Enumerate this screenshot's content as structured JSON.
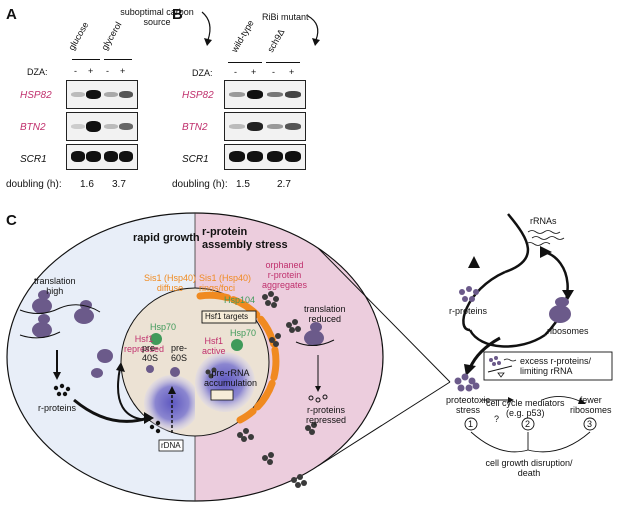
{
  "panelA": {
    "label": "A",
    "annotation": "suboptimal carbon source",
    "annotation_line1": "suboptimal carbon",
    "annotation_line2": "source",
    "lanes": [
      "glucose",
      "glycerol"
    ],
    "dza_label": "DZA:",
    "dza_signs": [
      "-",
      "+",
      "-",
      "+"
    ],
    "genes": [
      "HSP82",
      "BTN2",
      "SCR1"
    ],
    "doubling_label": "doubling (h):",
    "doubling": [
      "1.6",
      "3.7"
    ]
  },
  "panelB": {
    "label": "B",
    "annotation": "RiBi mutant",
    "lanes": [
      "wild-type",
      "sch9Δ"
    ],
    "dza_label": "DZA:",
    "dza_signs": [
      "-",
      "+",
      "-",
      "+"
    ],
    "genes": [
      "HSP82",
      "BTN2",
      "SCR1"
    ],
    "doubling_label": "doubling (h):",
    "doubling": [
      "1.5",
      "2.7"
    ]
  },
  "panelC": {
    "label": "C",
    "left_title": "rapid growth",
    "right_title_line1": "r-protein",
    "right_title_line2": "assembly stress",
    "translation_high_1": "translation",
    "translation_high_2": "high",
    "r_proteins_left": "r-proteins",
    "sis1_diffuse_1": "Sis1 (Hsp40)",
    "sis1_diffuse_2": "diffuse",
    "sis1_foci_1": "Sis1 (Hsp40)",
    "sis1_foci_2": "rings/foci",
    "hsp70_left": "Hsp70",
    "hsf1_repressed_1": "Hsf1",
    "hsf1_repressed_2": "repressed",
    "pre40s_1": "pre-",
    "pre40s_2": "40S",
    "pre60s_1": "pre-",
    "pre60s_2": "60S",
    "rdna": "rDNA",
    "orphaned_1": "orphaned",
    "orphaned_2": "r-protein",
    "orphaned_3": "aggregates",
    "hsp104": "Hsp104",
    "hsf1_targets": "Hsf1 targets",
    "hsf1_active_1": "Hsf1",
    "hsf1_active_2": "active",
    "hsp70_right": "Hsp70",
    "prerna_1": "pre-rRNA",
    "prerna_2": "accumulation",
    "translation_reduced_1": "translation",
    "translation_reduced_2": "reduced",
    "r_proteins_repressed_1": "r-proteins",
    "r_proteins_repressed_2": "repressed"
  },
  "cycle": {
    "rrnas": "rRNAs",
    "r_proteins": "r-proteins",
    "ribosomes": "ribosomes",
    "excess_1": "excess r-proteins/",
    "excess_2": "limiting rRNA",
    "proteotoxic_1": "proteotoxic",
    "proteotoxic_2": "stress",
    "cell_cycle_1": "cell cycle mediators",
    "cell_cycle_2": "(e.g. p53)",
    "fewer_1": "fewer",
    "fewer_2": "ribosomes",
    "question": "?",
    "n1": "1",
    "n2": "2",
    "n3": "3",
    "outcome_1": "cell growth disruption/",
    "outcome_2": "death"
  },
  "colors": {
    "pink_text": "#c0306d",
    "left_bg": "#e8eef8",
    "right_bg": "#eccddd",
    "nucleus": "#ece2d4",
    "nucleolus": "#8b86c8",
    "orange": "#f08a20",
    "protein": "#6b5a8a",
    "hsp70": "#3f9a5a"
  }
}
